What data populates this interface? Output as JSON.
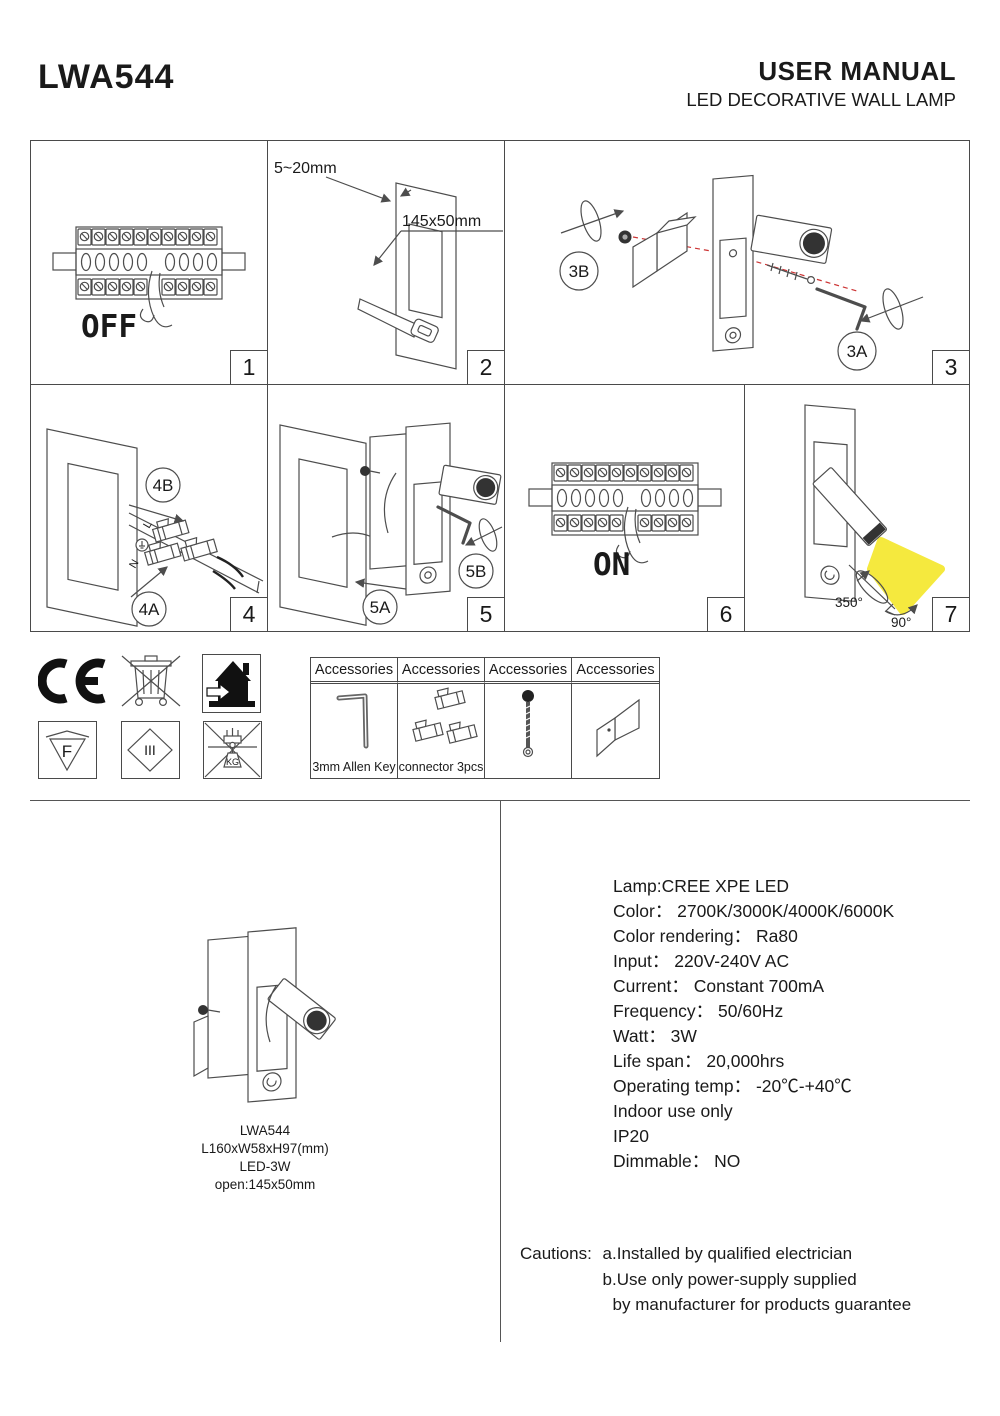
{
  "header": {
    "model": "LWA544",
    "title": "USER MANUAL",
    "subtitle": "LED DECORATIVE WALL LAMP"
  },
  "steps": {
    "s1": {
      "num": "1",
      "switch_label": "OFF"
    },
    "s2": {
      "num": "2",
      "thickness": "5~20mm",
      "cutout": "145x50mm"
    },
    "s3": {
      "num": "3",
      "screw_label": "3B",
      "key_label": "3A"
    },
    "s4": {
      "num": "4",
      "push_label": "4B",
      "wire_label": "4A",
      "wire_l": "L",
      "wire_n": "N"
    },
    "s5": {
      "num": "5",
      "insert_label": "5A",
      "lock_label": "5B"
    },
    "s6": {
      "num": "6",
      "switch_label": "ON"
    },
    "s7": {
      "num": "7",
      "rotate_main": "350°",
      "rotate_sec": "90°"
    }
  },
  "certifications": {
    "ce_label": "CE",
    "f_label": "F",
    "class_label": "III",
    "kg_label": "KG",
    "icons": [
      "ce-mark",
      "weee-bin",
      "indoor-use-house",
      "f-mark",
      "class-iii",
      "no-weight-load"
    ]
  },
  "accessories": {
    "header": "Accessories",
    "items": [
      {
        "icon": "allen-key",
        "label": "3mm Allen Key"
      },
      {
        "icon": "connectors",
        "label": "connector 3pcs"
      },
      {
        "icon": "screw-bolt",
        "label": ""
      },
      {
        "icon": "mounting-bracket",
        "label": ""
      }
    ]
  },
  "product": {
    "caption": [
      "LWA544",
      "L160xW58xH97(mm)",
      "LED-3W",
      "open:145x50mm"
    ]
  },
  "specs": [
    "Lamp:CREE XPE LED",
    "Color： 2700K/3000K/4000K/6000K",
    "Color rendering： Ra80",
    "Input： 220V-240V AC",
    "Current： Constant 700mA",
    "Frequency： 50/60Hz",
    "Watt： 3W",
    "Life span： 20,000hrs",
    "Operating temp： -20℃-+40℃",
    "Indoor use only",
    "IP20",
    "Dimmable： NO"
  ],
  "cautions": {
    "label": "Cautions: ",
    "lines": [
      "a.Installed by qualified electrician",
      "b.Use only power-supply supplied",
      "by manufacturer for products guarantee"
    ]
  }
}
